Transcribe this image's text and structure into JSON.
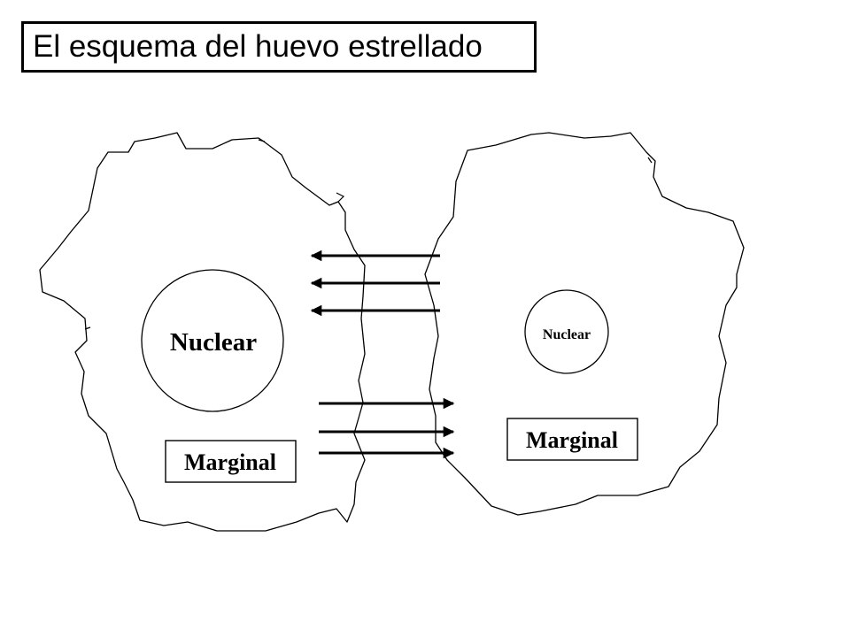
{
  "title": "El esquema del huevo estrellado",
  "left_egg": {
    "nuclear_label": "Nuclear",
    "marginal_label": "Marginal"
  },
  "right_egg": {
    "nuclear_label": "Nuclear",
    "marginal_label": "Marginal"
  },
  "colors": {
    "ink": "#000000",
    "background": "#ffffff"
  }
}
